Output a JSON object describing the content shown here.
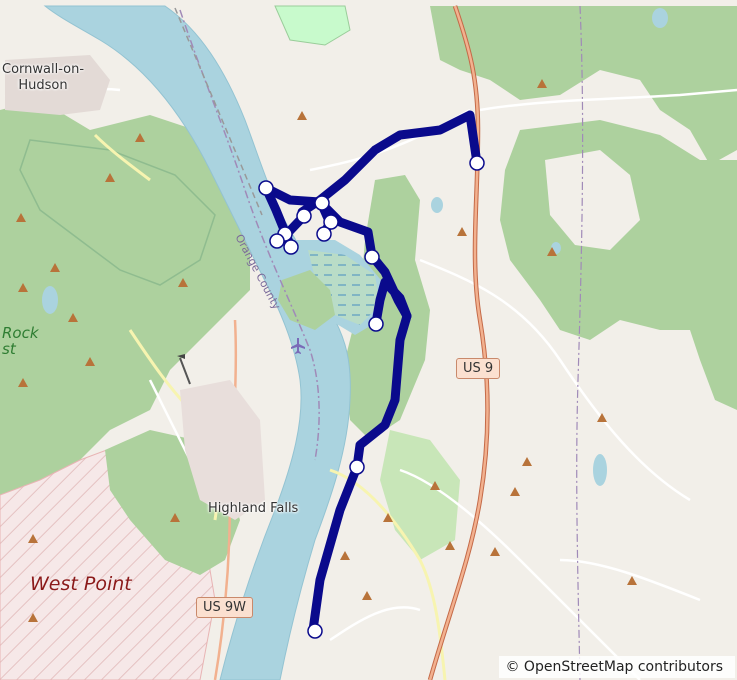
{
  "map": {
    "labels": {
      "cornwall": "Cornwall-on-\nHudson",
      "highland_falls": "Highland Falls",
      "west_point": "West Point",
      "rock_partial": "Rock\nst",
      "county": "Orange County"
    },
    "shields": {
      "us9": "US 9",
      "us9w": "US 9W"
    },
    "attribution": "© OpenStreetMap contributors",
    "colors": {
      "water": "#aad3df",
      "forest": "#add19e",
      "park": "#c8facc",
      "military": "#f3e3e3",
      "land": "#f2efe9",
      "track": "#0a0a8c",
      "primary_road": "#e89b7a",
      "marker": "#ffffff"
    }
  }
}
